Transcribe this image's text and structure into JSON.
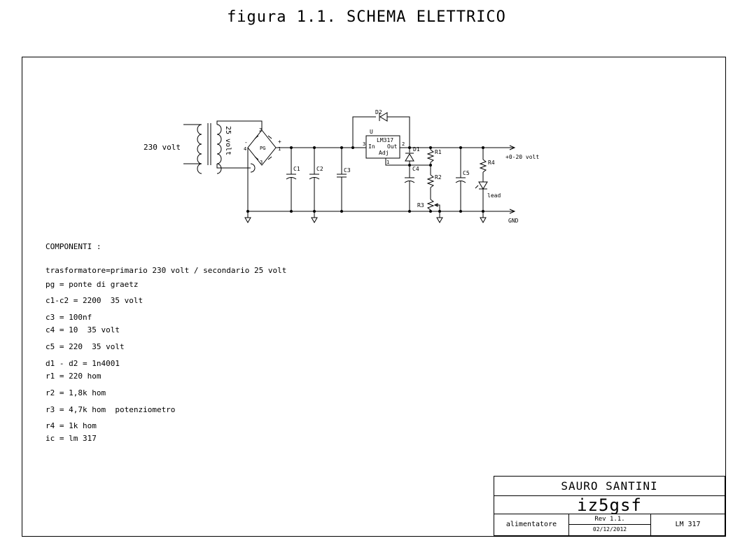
{
  "figure_title": "figura  1.1.  SCHEMA ELETTRICO",
  "schematic": {
    "input_label": "230 volt",
    "transformer_label": "25 volt",
    "bridge_label": "PG",
    "regulator": {
      "ref": "U",
      "part": "LM317",
      "pin_in": "In",
      "pin_out": "Out",
      "pin_adj": "Adj",
      "pin3": "3",
      "pin2": "2",
      "pin1": "1"
    },
    "bridge_pins": [
      "2",
      "1",
      "4",
      "3"
    ],
    "bridge_plus": "+",
    "bridge_minus": "-",
    "labels": {
      "c1": "C1",
      "c2": "C2",
      "c3": "C3",
      "c4": "C4",
      "c5": "C5",
      "d1": "D1",
      "d2": "D2",
      "r1": "R1",
      "r2": "R2",
      "r3": "R3",
      "r4": "R4",
      "led": "lead",
      "out": "+0-20 volt",
      "gnd": "GND"
    }
  },
  "components": {
    "heading": "COMPONENTI :",
    "lines": [
      "trasformatore=primario 230 volt / secondario 25 volt",
      "pg = ponte di graetz",
      "c1-c2 = 2200  35 volt",
      "c3 = 100nf",
      "c4 = 10  35 volt",
      "c5 = 220  35 volt",
      "d1 - d2 = 1n4001",
      "r1 = 220 hom",
      "r2 = 1,8k hom",
      "r3 = 4,7k hom  potenziometro",
      "r4 = 1k hom",
      "ic = lm 317"
    ]
  },
  "title_block": {
    "author": "SAURO SANTINI",
    "callsign": "iz5gsf",
    "project": "alimentatore",
    "revision": "Rev 1.1.",
    "date": "02/12/2012",
    "code": "LM 317"
  }
}
